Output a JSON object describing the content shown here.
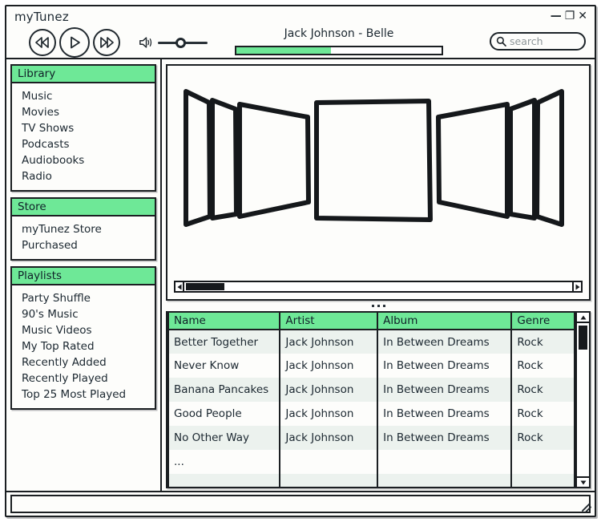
{
  "window": {
    "app_title": "myTunez",
    "controls": {
      "minimize": "—",
      "maximize": "❐",
      "close": "✕"
    }
  },
  "transport": {
    "previous_icon": "rewind-icon",
    "play_icon": "play-icon",
    "next_icon": "fast-forward-icon"
  },
  "volume": {
    "speaker_icon": "speaker-icon",
    "level_percent": 45
  },
  "now_playing": {
    "title": "Jack Johnson - Belle",
    "progress_percent": 46,
    "fill_color": "#6ee897"
  },
  "search": {
    "icon": "search-icon",
    "placeholder": "search",
    "value": ""
  },
  "sidebar": {
    "panels": [
      {
        "title": "Library",
        "items": [
          {
            "label": "Music"
          },
          {
            "label": "Movies"
          },
          {
            "label": "TV Shows"
          },
          {
            "label": "Podcasts"
          },
          {
            "label": "Audiobooks"
          },
          {
            "label": "Radio"
          }
        ]
      },
      {
        "title": "Store",
        "items": [
          {
            "label": "myTunez Store"
          },
          {
            "label": "Purchased"
          }
        ]
      },
      {
        "title": "Playlists",
        "items": [
          {
            "label": "Party Shuffle"
          },
          {
            "label": "90's Music"
          },
          {
            "label": "Music Videos"
          },
          {
            "label": "My Top Rated"
          },
          {
            "label": "Recently Added"
          },
          {
            "label": "Recently Played"
          },
          {
            "label": "Top 25 Most Played"
          }
        ]
      }
    ]
  },
  "coverflow": {
    "panel_count": 7,
    "scroll_thumb_percent": 11
  },
  "tracklist": {
    "columns": [
      "Name",
      "Artist",
      "Album",
      "Genre"
    ],
    "rows": [
      {
        "name": "Better Together",
        "artist": "Jack Johnson",
        "album": "In Between Dreams",
        "genre": "Rock"
      },
      {
        "name": "Never Know",
        "artist": "Jack Johnson",
        "album": "In Between Dreams",
        "genre": "Rock"
      },
      {
        "name": "Banana Pancakes",
        "artist": "Jack Johnson",
        "album": "In Between Dreams",
        "genre": "Rock"
      },
      {
        "name": "Good People",
        "artist": "Jack Johnson",
        "album": "In Between Dreams",
        "genre": "Rock"
      },
      {
        "name": "No Other Way",
        "artist": "Jack Johnson",
        "album": "In Between Dreams",
        "genre": "Rock"
      },
      {
        "name": "...",
        "artist": "",
        "album": "",
        "genre": ""
      }
    ]
  },
  "colors": {
    "accent_green": "#6ee897",
    "row_stripe": "#ecf2ee",
    "ink": "#1b1f22"
  },
  "statusbar": {
    "text": ""
  }
}
